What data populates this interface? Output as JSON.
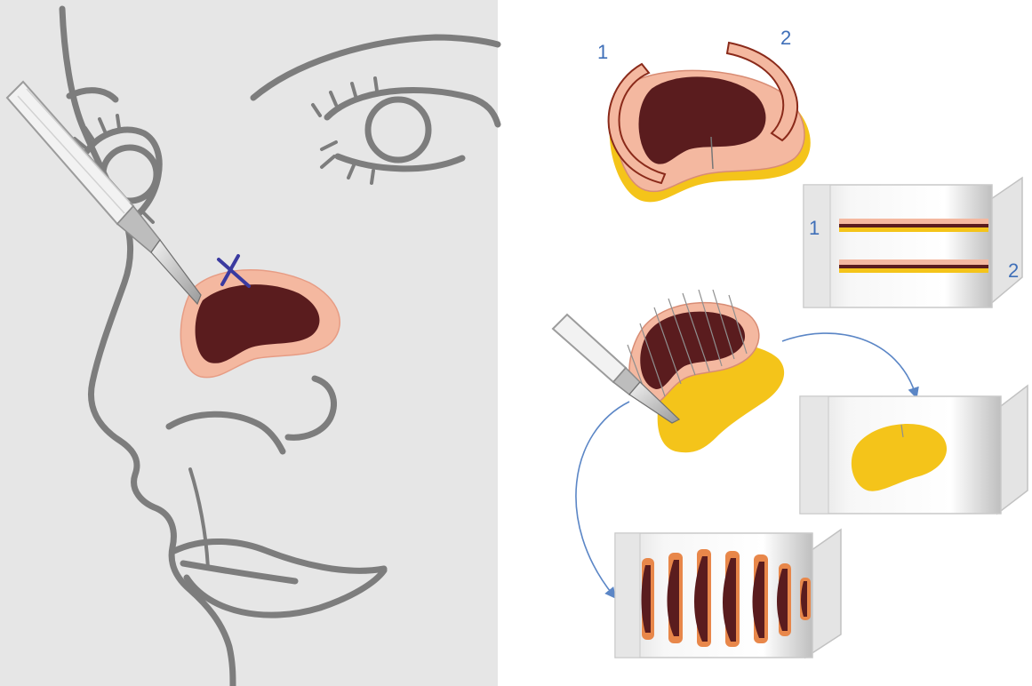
{
  "labels": {
    "edge_1_top": "1",
    "edge_2_top": "2",
    "edge_1_cassette": "1",
    "edge_2_cassette": "2"
  },
  "colors": {
    "face_background": "#e6e6e6",
    "face_outline": "#7d7d7d",
    "lesion": "#5a1c1e",
    "skin_margin": "#f4b8a0",
    "fat_layer": "#f4c41a",
    "suture_mark": "#3a3aa0",
    "arrows": "#5b86c6",
    "label_text": "#3f6fb8"
  },
  "icons": {
    "scalpel": "scalpel-icon",
    "orientation_suture": "x-mark-icon",
    "tissue_cassette": "cassette-icon"
  }
}
